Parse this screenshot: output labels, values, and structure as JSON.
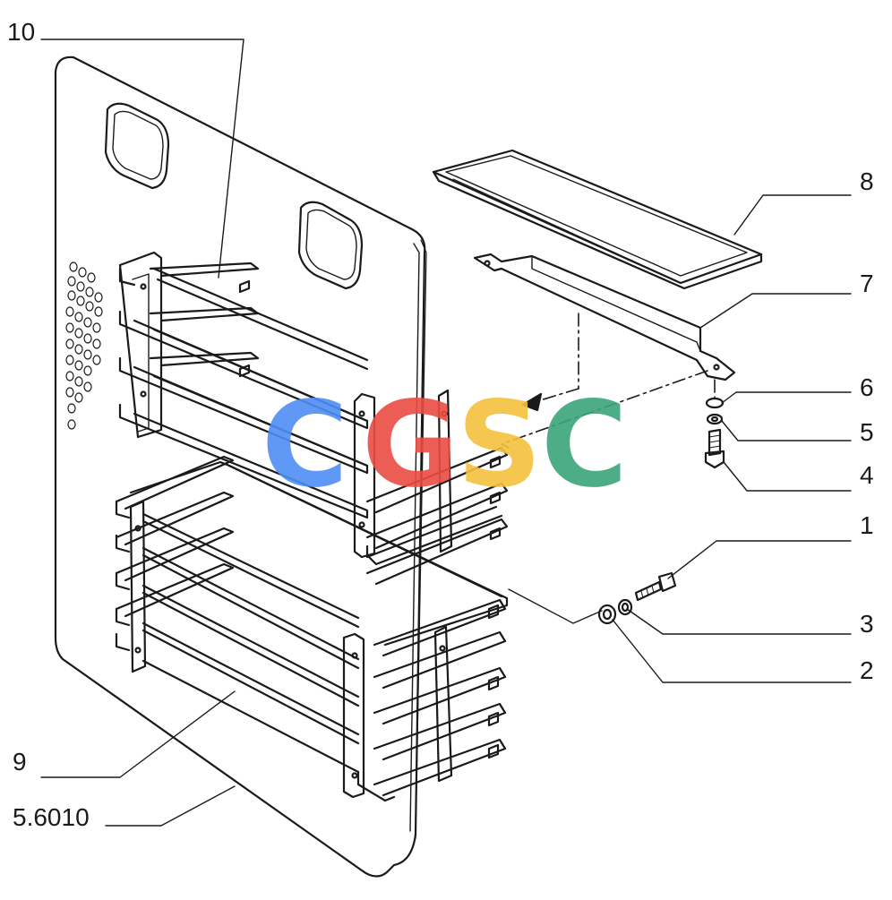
{
  "callouts": {
    "c10": "10",
    "c8": "8",
    "c7": "7",
    "c6": "6",
    "c5": "5",
    "c4": "4",
    "c1": "1",
    "c3": "3",
    "c2": "2",
    "c9": "9",
    "c56010": "5.6010"
  },
  "watermark": {
    "letters": [
      "C",
      "G",
      "S",
      "C"
    ],
    "colors": [
      "#4f8df5",
      "#ea4d43",
      "#f6c23e",
      "#3aa57a"
    ]
  },
  "colors": {
    "line": "#1a1a1a",
    "paper": "#ffffff"
  }
}
